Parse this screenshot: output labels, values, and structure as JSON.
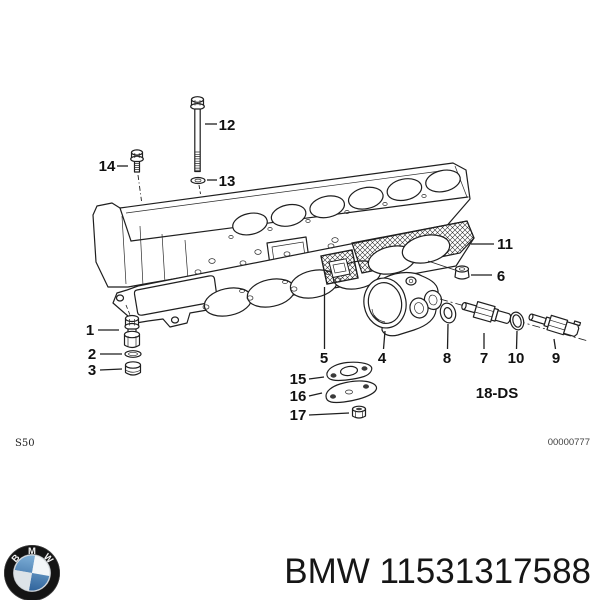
{
  "colors": {
    "line": "#1f1f1f",
    "bmw_blue_light": "#7fb0d8",
    "bmw_blue_dark": "#2f639b",
    "roundel_black": "#141414"
  },
  "diagram": {
    "callouts": {
      "c1": "1",
      "c2": "2",
      "c3": "3",
      "c4": "4",
      "c5": "5",
      "c6": "6",
      "c7": "7",
      "c8": "8",
      "c9": "9",
      "c10": "10",
      "c11": "11",
      "c12": "12",
      "c13": "13",
      "c14": "14",
      "c15": "15",
      "c16": "16",
      "c17": "17"
    },
    "variant_code": "18-DS",
    "plate_code_left": "S50",
    "drawing_number": "00000777"
  },
  "footer": {
    "logo_letters": {
      "b": "B",
      "m": "M",
      "w": "W"
    },
    "part_label": "BMW 11531317588"
  }
}
